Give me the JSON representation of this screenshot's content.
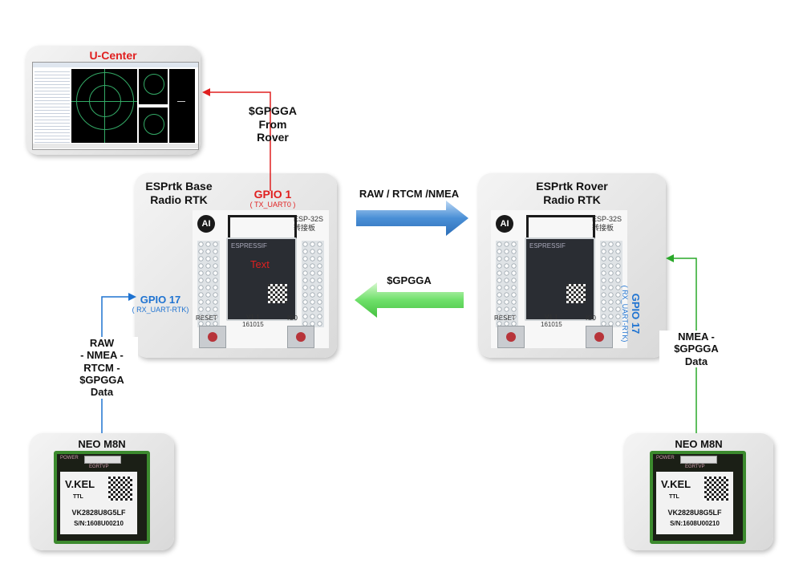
{
  "colors": {
    "rtcm_arrow": "#4a8fd6",
    "gpgga_arrow": "#6fe06a",
    "red_line": "#e02020",
    "blue_line": "#1f73d1",
    "green_line": "#2aa82a",
    "gpio_red": "#e02020",
    "gpio_blue": "#1f73d1"
  },
  "ucenter": {
    "title": "U-Center"
  },
  "base": {
    "title": "ESPrtk Base\nRadio RTK",
    "tx_gpio": "GPIO 1",
    "tx_pin": "( TX_UART0 )",
    "rx_gpio": "GPIO 17",
    "rx_pin": "( RX_UART-RTK)"
  },
  "rover": {
    "title": "ESPrtk Rover\nRadio RTK",
    "rx_gpio": "GPIO 17",
    "rx_pin": "( RX_UART-RTK)"
  },
  "board": {
    "logo": "AI",
    "adapter": "ESP-32S\n转接板",
    "module_brand": "ESPRESSIF",
    "module_text": "Text",
    "reset": "RESET",
    "io0": "IO0",
    "version": "V1.1\n161015"
  },
  "links": {
    "base_to_ucenter": "$GPGGA\nFrom\nRover",
    "base_to_rover": "RAW / RTCM /NMEA",
    "rover_to_base": "$GPGGA",
    "gps_to_base": "RAW\n- NMEA -\nRTCM -\n$GPGGA\nData",
    "gps_to_rover": "NMEA -\n$GPGGA\nData"
  },
  "gps_left": {
    "title": "NEO M8N",
    "brand": "V.KEL",
    "ttl": "TTL",
    "model": "VK2828U8G5LF",
    "serial": "S/N:1608U00210",
    "tag": "EGRTVP",
    "power": "POWER"
  },
  "gps_right": {
    "title": "NEO M8N",
    "brand": "V.KEL",
    "ttl": "TTL",
    "model": "VK2828U8G5LF",
    "serial": "S/N:1608U00210",
    "tag": "EGRTVP",
    "power": "POWER"
  }
}
